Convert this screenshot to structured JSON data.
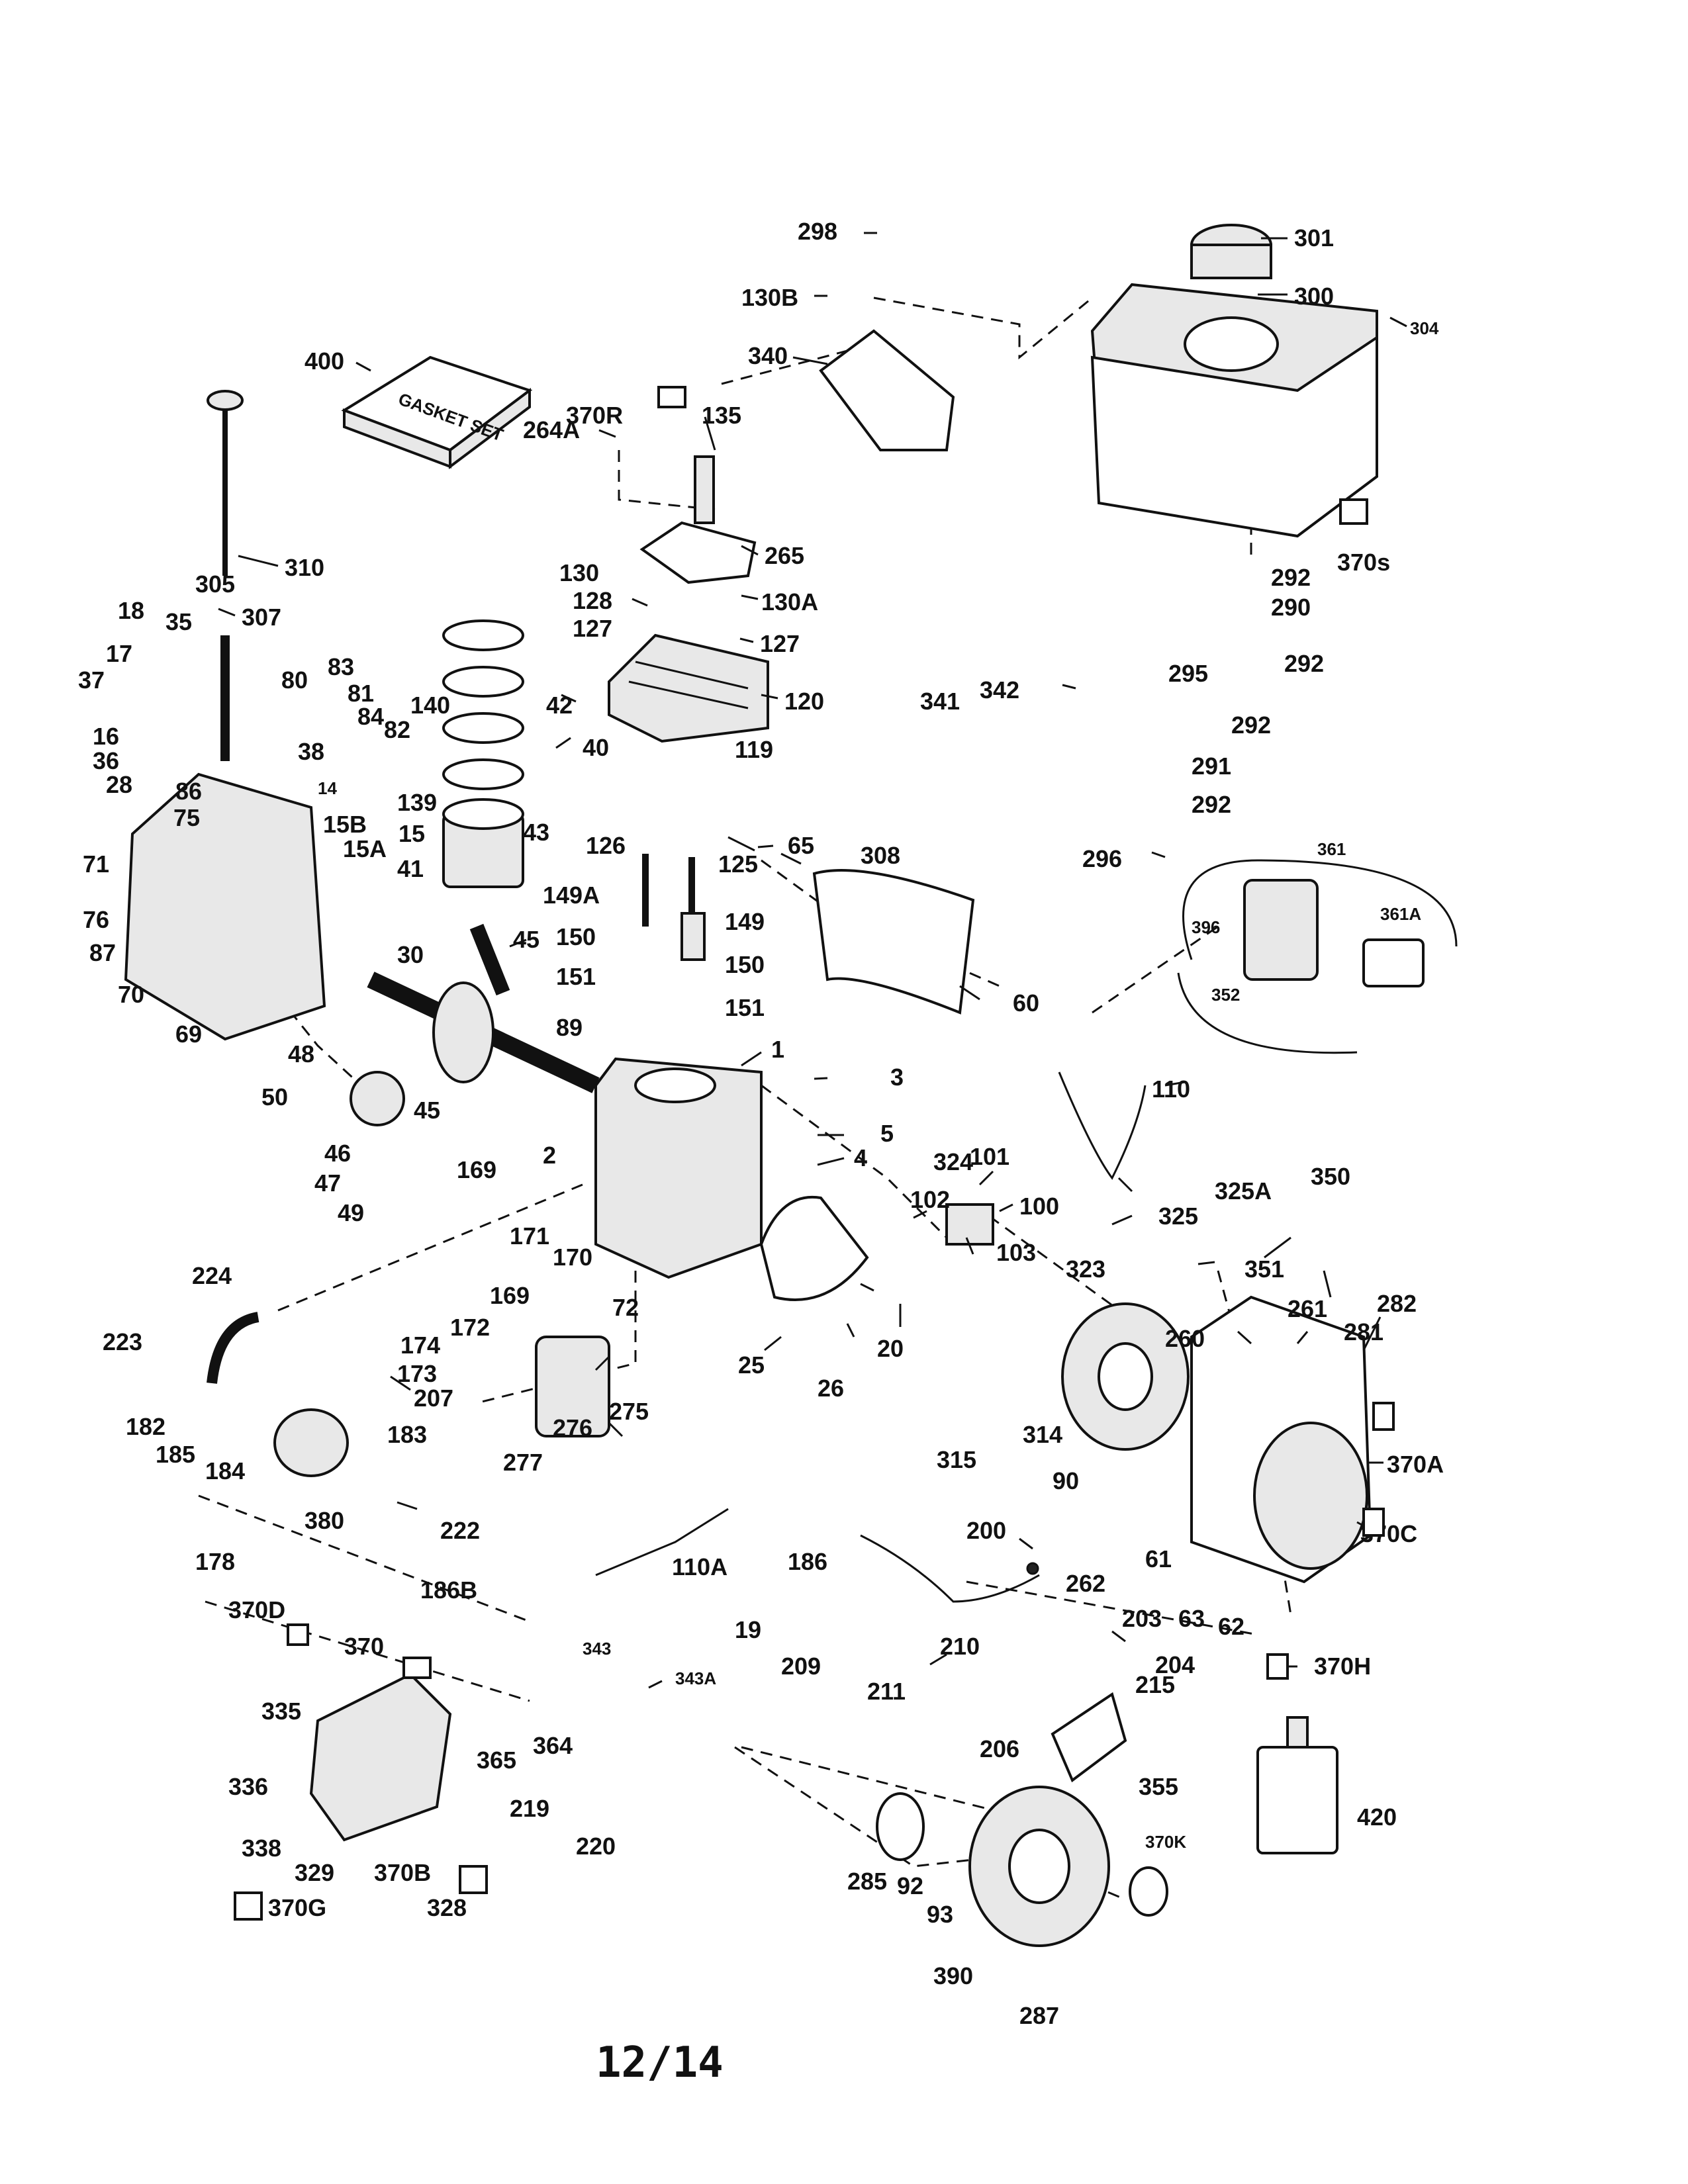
{
  "page": {
    "number": "12/14"
  },
  "parts": [
    {
      "id": "p-298",
      "text": "298"
    },
    {
      "id": "p-130B",
      "text": "130B"
    },
    {
      "id": "p-301",
      "text": "301"
    },
    {
      "id": "p-300",
      "text": "300"
    },
    {
      "id": "p-304",
      "text": "304"
    },
    {
      "id": "p-340",
      "text": "340"
    },
    {
      "id": "p-400",
      "text": "400"
    },
    {
      "id": "p-370R",
      "text": "370R"
    },
    {
      "id": "p-135",
      "text": "135"
    },
    {
      "id": "p-264A",
      "text": "264A"
    },
    {
      "id": "p-265",
      "text": "265"
    },
    {
      "id": "p-370s",
      "text": "370s"
    },
    {
      "id": "p-310",
      "text": "310"
    },
    {
      "id": "p-305",
      "text": "305"
    },
    {
      "id": "p-307",
      "text": "307"
    },
    {
      "id": "p-130",
      "text": "130"
    },
    {
      "id": "p-130A",
      "text": "130A"
    },
    {
      "id": "p-128",
      "text": "128"
    },
    {
      "id": "p-127a",
      "text": "127"
    },
    {
      "id": "p-127b",
      "text": "127"
    },
    {
      "id": "p-292a",
      "text": "292"
    },
    {
      "id": "p-290",
      "text": "290"
    },
    {
      "id": "p-292b",
      "text": "292"
    },
    {
      "id": "p-295",
      "text": "295"
    },
    {
      "id": "p-292c",
      "text": "292"
    },
    {
      "id": "p-291",
      "text": "291"
    },
    {
      "id": "p-292d",
      "text": "292"
    },
    {
      "id": "p-18",
      "text": "18"
    },
    {
      "id": "p-35",
      "text": "35"
    },
    {
      "id": "p-17",
      "text": "17"
    },
    {
      "id": "p-37",
      "text": "37"
    },
    {
      "id": "p-16",
      "text": "16"
    },
    {
      "id": "p-36",
      "text": "36"
    },
    {
      "id": "p-28",
      "text": "28"
    },
    {
      "id": "p-86",
      "text": "86"
    },
    {
      "id": "p-75",
      "text": "75"
    },
    {
      "id": "p-71",
      "text": "71"
    },
    {
      "id": "p-76",
      "text": "76"
    },
    {
      "id": "p-87",
      "text": "87"
    },
    {
      "id": "p-70",
      "text": "70"
    },
    {
      "id": "p-69",
      "text": "69"
    },
    {
      "id": "p-80",
      "text": "80"
    },
    {
      "id": "p-83",
      "text": "83"
    },
    {
      "id": "p-81",
      "text": "81"
    },
    {
      "id": "p-84",
      "text": "84"
    },
    {
      "id": "p-82",
      "text": "82"
    },
    {
      "id": "p-38",
      "text": "38"
    },
    {
      "id": "p-14",
      "text": "14"
    },
    {
      "id": "p-139",
      "text": "139"
    },
    {
      "id": "p-15B",
      "text": "15B"
    },
    {
      "id": "p-15",
      "text": "15"
    },
    {
      "id": "p-15A",
      "text": "15A"
    },
    {
      "id": "p-140",
      "text": "140"
    },
    {
      "id": "p-42",
      "text": "42"
    },
    {
      "id": "p-40",
      "text": "40"
    },
    {
      "id": "p-43",
      "text": "43"
    },
    {
      "id": "p-41",
      "text": "41"
    },
    {
      "id": "p-120",
      "text": "120"
    },
    {
      "id": "p-119",
      "text": "119"
    },
    {
      "id": "p-341",
      "text": "341"
    },
    {
      "id": "p-342",
      "text": "342"
    },
    {
      "id": "p-296",
      "text": "296"
    },
    {
      "id": "p-361",
      "text": "361"
    },
    {
      "id": "p-361A",
      "text": "361A"
    },
    {
      "id": "p-396",
      "text": "396"
    },
    {
      "id": "p-352",
      "text": "352"
    },
    {
      "id": "p-126",
      "text": "126"
    },
    {
      "id": "p-125",
      "text": "125"
    },
    {
      "id": "p-65",
      "text": "65"
    },
    {
      "id": "p-308",
      "text": "308"
    },
    {
      "id": "p-149A",
      "text": "149A"
    },
    {
      "id": "p-149",
      "text": "149"
    },
    {
      "id": "p-150a",
      "text": "150"
    },
    {
      "id": "p-150b",
      "text": "150"
    },
    {
      "id": "p-151a",
      "text": "151"
    },
    {
      "id": "p-151b",
      "text": "151"
    },
    {
      "id": "p-60",
      "text": "60"
    },
    {
      "id": "p-30",
      "text": "30"
    },
    {
      "id": "p-45a",
      "text": "45"
    },
    {
      "id": "p-89",
      "text": "89"
    },
    {
      "id": "p-1",
      "text": "1"
    },
    {
      "id": "p-3",
      "text": "3"
    },
    {
      "id": "p-110",
      "text": "110"
    },
    {
      "id": "p-48",
      "text": "48"
    },
    {
      "id": "p-50",
      "text": "50"
    },
    {
      "id": "p-45b",
      "text": "45"
    },
    {
      "id": "p-46",
      "text": "46"
    },
    {
      "id": "p-47",
      "text": "47"
    },
    {
      "id": "p-49",
      "text": "49"
    },
    {
      "id": "p-5",
      "text": "5"
    },
    {
      "id": "p-4",
      "text": "4"
    },
    {
      "id": "p-2",
      "text": "2"
    },
    {
      "id": "p-169a",
      "text": "169"
    },
    {
      "id": "p-101",
      "text": "101"
    },
    {
      "id": "p-324",
      "text": "324"
    },
    {
      "id": "p-100",
      "text": "100"
    },
    {
      "id": "p-102",
      "text": "102"
    },
    {
      "id": "p-103",
      "text": "103"
    },
    {
      "id": "p-325A",
      "text": "325A"
    },
    {
      "id": "p-325",
      "text": "325"
    },
    {
      "id": "p-350",
      "text": "350"
    },
    {
      "id": "p-171",
      "text": "171"
    },
    {
      "id": "p-170",
      "text": "170"
    },
    {
      "id": "p-169b",
      "text": "169"
    },
    {
      "id": "p-72",
      "text": "72"
    },
    {
      "id": "p-224",
      "text": "224"
    },
    {
      "id": "p-172",
      "text": "172"
    },
    {
      "id": "p-174",
      "text": "174"
    },
    {
      "id": "p-173",
      "text": "173"
    },
    {
      "id": "p-323",
      "text": "323"
    },
    {
      "id": "p-351",
      "text": "351"
    },
    {
      "id": "p-261",
      "text": "261"
    },
    {
      "id": "p-282",
      "text": "282"
    },
    {
      "id": "p-281",
      "text": "281"
    },
    {
      "id": "p-260",
      "text": "260"
    },
    {
      "id": "p-25",
      "text": "25"
    },
    {
      "id": "p-26",
      "text": "26"
    },
    {
      "id": "p-20",
      "text": "20"
    },
    {
      "id": "p-223",
      "text": "223"
    },
    {
      "id": "p-207",
      "text": "207"
    },
    {
      "id": "p-275",
      "text": "275"
    },
    {
      "id": "p-276",
      "text": "276"
    },
    {
      "id": "p-182",
      "text": "182"
    },
    {
      "id": "p-185",
      "text": "185"
    },
    {
      "id": "p-184",
      "text": "184"
    },
    {
      "id": "p-183",
      "text": "183"
    },
    {
      "id": "p-277",
      "text": "277"
    },
    {
      "id": "p-315",
      "text": "315"
    },
    {
      "id": "p-314",
      "text": "314"
    },
    {
      "id": "p-90",
      "text": "90"
    },
    {
      "id": "p-370A",
      "text": "370A"
    },
    {
      "id": "p-370C",
      "text": "370C"
    },
    {
      "id": "p-380",
      "text": "380"
    },
    {
      "id": "p-222",
      "text": "222"
    },
    {
      "id": "p-178",
      "text": "178"
    },
    {
      "id": "p-186B",
      "text": "186B"
    },
    {
      "id": "p-110A",
      "text": "110A"
    },
    {
      "id": "p-200",
      "text": "200"
    },
    {
      "id": "p-186",
      "text": "186"
    },
    {
      "id": "p-262",
      "text": "262"
    },
    {
      "id": "p-61",
      "text": "61"
    },
    {
      "id": "p-203",
      "text": "203"
    },
    {
      "id": "p-63",
      "text": "63"
    },
    {
      "id": "p-62",
      "text": "62"
    },
    {
      "id": "p-19",
      "text": "19"
    },
    {
      "id": "p-209",
      "text": "209"
    },
    {
      "id": "p-210",
      "text": "210"
    },
    {
      "id": "p-204",
      "text": "204"
    },
    {
      "id": "p-211",
      "text": "211"
    },
    {
      "id": "p-215",
      "text": "215"
    },
    {
      "id": "p-370H",
      "text": "370H"
    },
    {
      "id": "p-370D",
      "text": "370D"
    },
    {
      "id": "p-370",
      "text": "370"
    },
    {
      "id": "p-343",
      "text": "343"
    },
    {
      "id": "p-343A",
      "text": "343A"
    },
    {
      "id": "p-335",
      "text": "335"
    },
    {
      "id": "p-364",
      "text": "364"
    },
    {
      "id": "p-365",
      "text": "365"
    },
    {
      "id": "p-336",
      "text": "336"
    },
    {
      "id": "p-206",
      "text": "206"
    },
    {
      "id": "p-355",
      "text": "355"
    },
    {
      "id": "p-420",
      "text": "420"
    },
    {
      "id": "p-219",
      "text": "219"
    },
    {
      "id": "p-338",
      "text": "338"
    },
    {
      "id": "p-220",
      "text": "220"
    },
    {
      "id": "p-329",
      "text": "329"
    },
    {
      "id": "p-370B",
      "text": "370B"
    },
    {
      "id": "p-370G",
      "text": "370G"
    },
    {
      "id": "p-328",
      "text": "328"
    },
    {
      "id": "p-285",
      "text": "285"
    },
    {
      "id": "p-92",
      "text": "92"
    },
    {
      "id": "p-93",
      "text": "93"
    },
    {
      "id": "p-370K",
      "text": "370K"
    },
    {
      "id": "p-390",
      "text": "390"
    },
    {
      "id": "p-287",
      "text": "287"
    }
  ],
  "gasket_set_label": "GASKET SET"
}
